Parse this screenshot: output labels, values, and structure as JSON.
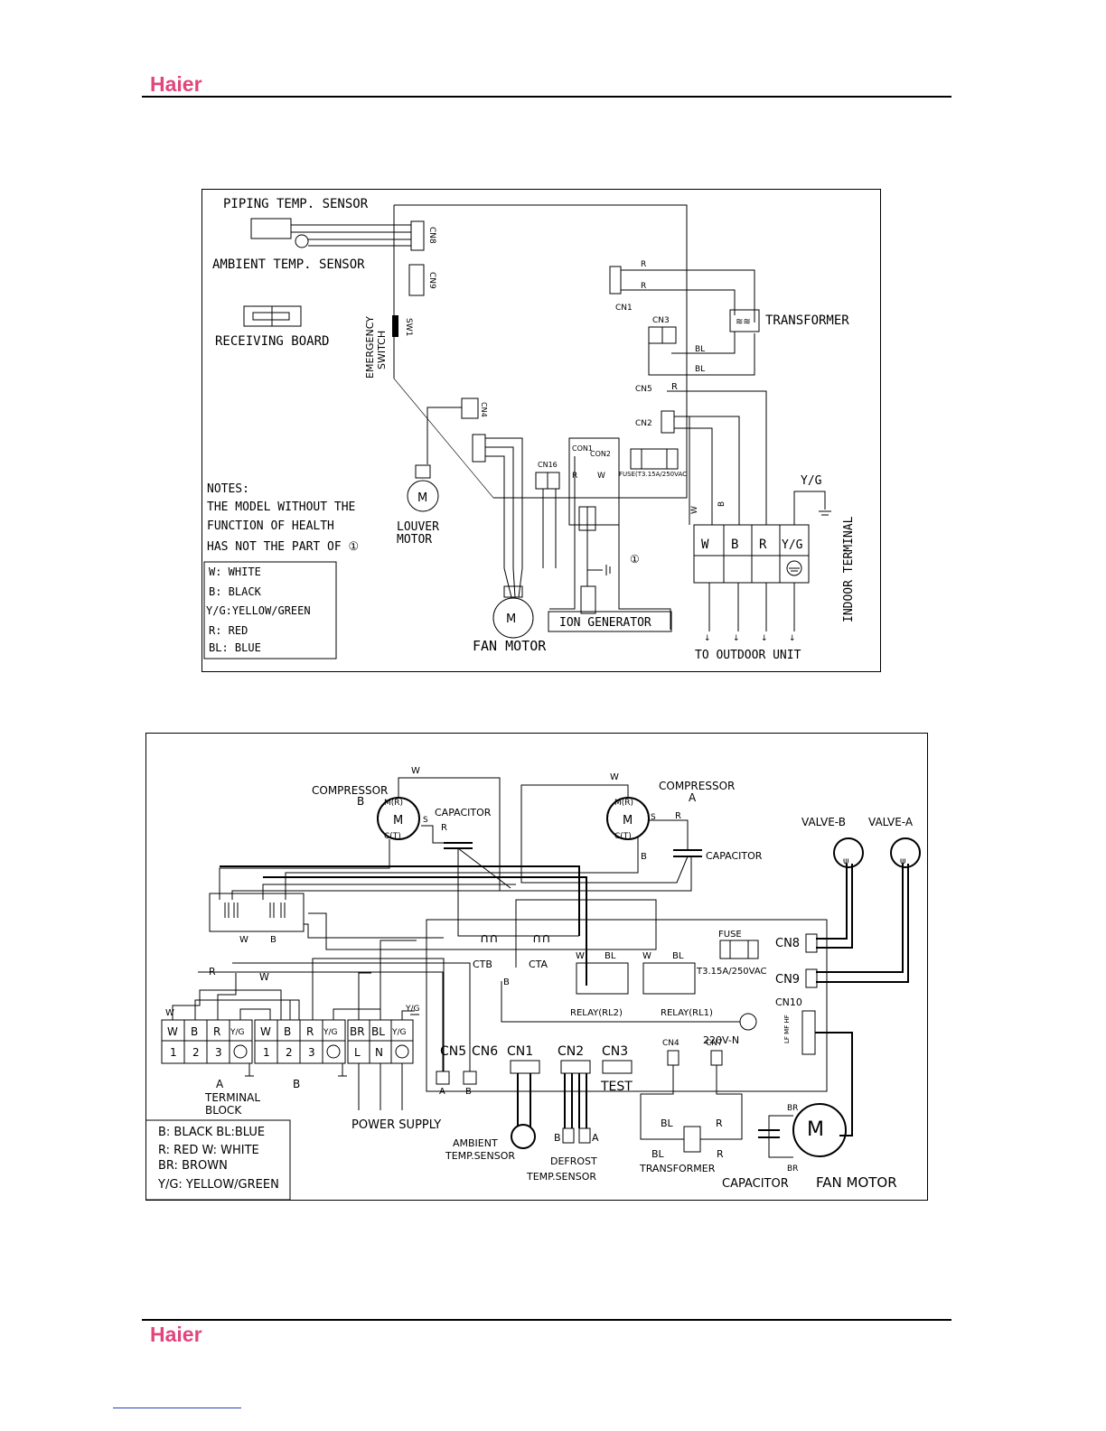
{
  "header": {
    "logo_text": "Haier"
  },
  "footer": {
    "logo_text": "Haier"
  },
  "indoor": {
    "piping_sensor": "PIPING TEMP. SENSOR",
    "ambient_sensor": "AMBIENT TEMP. SENSOR",
    "receiving_board": "RECEIVING BOARD",
    "emergency_switch": "EMERGENCY SWITCH",
    "sw1": "SW1",
    "cn8": "CN8",
    "cn9_label": "CN9",
    "cn1": "CN1",
    "cn3": "CN3",
    "cn5": "CN5",
    "cn2": "CN2",
    "cn16": "CN16",
    "cn4": "CN4",
    "con1": "CON1",
    "con2": "CON2",
    "fuse": "FUSE(T3.15A/250VAC",
    "transformer": "TRANSFORMER",
    "louver_motor": "LOUVER MOTOR",
    "fan_motor": "FAN MOTOR",
    "ion_generator": "ION GENERATOR",
    "indoor_terminal": "INDOOR TERMINAL",
    "to_outdoor": "TO OUTDOOR UNIT",
    "yg": "Y/G",
    "circle_one": "①",
    "notes": [
      "NOTES:",
      "THE MODEL WITHOUT THE",
      "FUNCTION OF HEALTH",
      "HAS NOT THE PART OF ①"
    ],
    "legend": [
      "W: WHITE",
      "B:  BLACK",
      "Y/G:YELLOW/GREEN",
      "R:  RED",
      "BL: BLUE"
    ],
    "terminal_cells": [
      "W",
      "B",
      "R",
      "Y/G"
    ],
    "wire_labels": {
      "r": "R",
      "bl": "BL",
      "w": "W",
      "b": "B"
    }
  },
  "outdoor": {
    "compressor_b": "COMPRESSOR",
    "compressor_b_sub": "B",
    "compressor_a": "COMPRESSOR",
    "compressor_a_sub": "A",
    "capacitor": "CAPACITOR",
    "valve_b": "VALVE-B",
    "valve_a": "VALVE-A",
    "fuse": "FUSE",
    "fuse_rating": "T3.15A/250VAC",
    "cn8": "CN8",
    "cn9": "CN9",
    "cn10": "CN10",
    "cn10_pins": "LF MF HF",
    "relay_rl2": "RELAY(RL2)",
    "relay_rl1": "RELAY(RL1)",
    "ctb": "CTB",
    "cta": "CTA",
    "v220": "220V-N",
    "connectors": [
      "CN5",
      "CN6",
      "CN1",
      "CN2",
      "CN3"
    ],
    "test": "TEST",
    "cn4": "CN4",
    "cn7": "CN7",
    "terminal_block": "A TERMINAL BLOCK",
    "terminal_block_a": "A",
    "terminal_block_label": "TERMINAL",
    "terminal_block_label2": "BLOCK",
    "power_supply": "POWER SUPPLY",
    "ambient_sensor": "AMBIENT",
    "ambient_sensor2": "TEMP.SENSOR",
    "defrost_sensor": "DEFROST",
    "defrost_sensor2": "TEMP.SENSOR",
    "transformer": "TRANSFORMER",
    "fan_capacitor": "CAPACITOR",
    "fan_motor": "FAN MOTOR",
    "block_a_top": [
      "W",
      "B",
      "R",
      "Y/G"
    ],
    "block_a_bottom": [
      "1",
      "2",
      "3"
    ],
    "block_b_top": [
      "W",
      "B",
      "R",
      "Y/G"
    ],
    "block_b_bottom": [
      "1",
      "2",
      "3"
    ],
    "block_p_top": [
      "BR",
      "BL",
      "Y/G"
    ],
    "block_p_bottom": [
      "L",
      "N"
    ],
    "legend": [
      "B: BLACK  BL:BLUE",
      "R: RED      W: WHITE",
      "BR: BROWN",
      "Y/G: YELLOW/GREEN"
    ],
    "motor_labels": {
      "m_r": "M(R)",
      "m": "M",
      "c_t": "C(T)",
      "s": "S"
    }
  }
}
